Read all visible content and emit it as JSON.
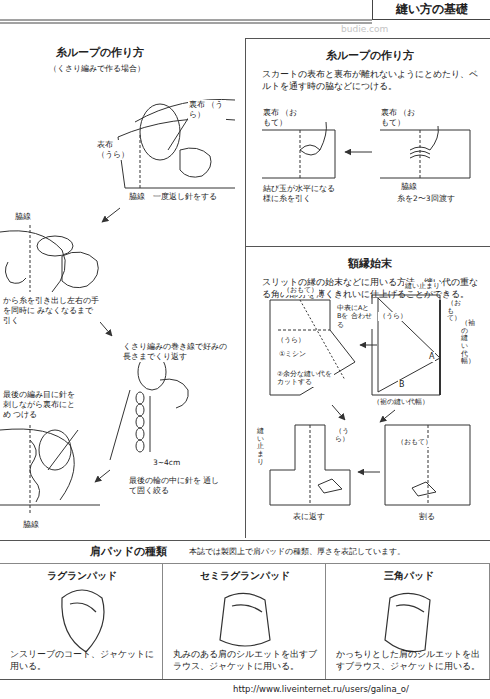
{
  "diagram": {
    "title": "縫い方の基礎",
    "nodes": [
      {
        "text": [
          "糸ループの作り方",
          "スカートの表布と裏布が離れないようにとめたり、ベルトを通す時の脇などにつける。"
        ]
      },
      {
        "text": [
          "額縁始末",
          "スリットの縁の始末などに用いる方法。縫い代の重なる角の部分を薄くきれいに仕上げることができる。"
        ]
      },
      {
        "text": [
          "肩パッドの種類",
          "本誌では製図上で肩パッドの種類、厚さを表記しています。"
        ]
      },
      {
        "text": [
          "ラグランパッド",
          "ンスリーブのコート、ジャケットに用いる。"
        ],
        "in": 2
      },
      {
        "text": [
          "セミラグランパッド",
          "丸みのある肩のシルエットを出すブラウス、ジャケットに用いる。"
        ],
        "in": 2
      },
      {
        "text": [
          "三角パッド",
          "かっちりとした肩のシルエットを出すブラウス、ジャケットに用いる。"
        ],
        "in": 2
      }
    ],
    "labels": [
      "budie.com",
      "糸ループの作り方",
      "（くさり編みで作る場合）",
      "裏布 （うら）",
      "表布 （うら）",
      "脇線　一度返し針をする",
      "脇線",
      "から糸を引き出し左右の手を同時に みなくなるまで引く",
      "くさり編みの巻き線で好みの 長さまでくり返す",
      "3~4cm",
      "最後の輪の中に針を 通して固く絞る",
      "最後の編み目に針を 刺しながら裏布にとめ つける",
      "脇線",
      "裏布 （おもて）",
      "結び玉が水平になる 様に糸を引く",
      "裏布 （おもて）",
      "脇線",
      "糸を2〜3回渡す",
      "（おもて）",
      "中表にAとBを 合わせる",
      "（うら）",
      "①ミシン",
      "②余分な縫い代を カットする",
      "縫い止まり",
      "（うら）",
      "（おもて）",
      "A",
      "B",
      "（裾の縫い代幅）",
      "（袖の縫い代幅）",
      "縫い止まり",
      "（うら）",
      "（おもて）",
      "表に返す",
      "割る",
      "http://www.liveinternet.ru/users/galina_o/"
    ]
  }
}
